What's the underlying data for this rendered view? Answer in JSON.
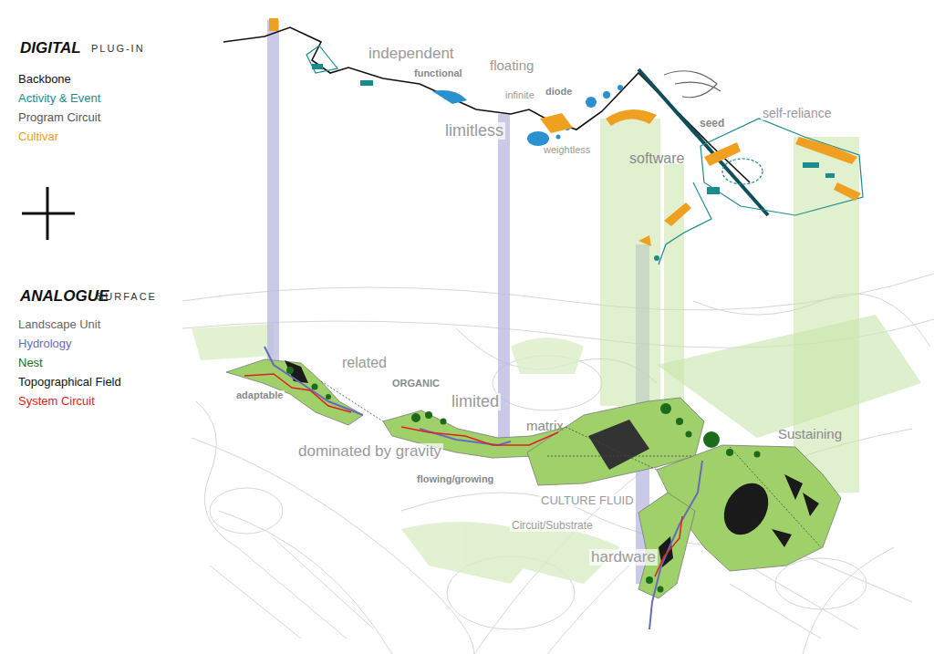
{
  "diagram": {
    "labels": [
      "DIGITAL",
      "PLUG-IN",
      "ANALOGUE",
      "SURFACE",
      "independent",
      "functional",
      "floating",
      "infinite",
      "limitless",
      "diode",
      "weightless",
      "software",
      "seed",
      "self-reliance",
      "related",
      "ORGANIC",
      "adaptable",
      "limited",
      "matrix",
      "dominated by gravity",
      "flowing/growing",
      "Sustaining",
      "CULTURE FLUID",
      "Circuit/Substrate",
      "hardware"
    ],
    "legend": [
      {
        "text": "Backbone",
        "color": "#111111"
      },
      {
        "text": "Activity & Event",
        "color": "#1a8c8c"
      },
      {
        "text": "Program Circuit",
        "color": "#555555"
      },
      {
        "text": "Cultivar",
        "color": "#f0a020"
      },
      {
        "text": "Landscape Unit",
        "color": "#666666"
      },
      {
        "text": "Hydrology",
        "color": "#6a6ab8"
      },
      {
        "text": "Nest",
        "color": "#1b6b1b"
      },
      {
        "text": "Topographical Field",
        "color": "#111111"
      },
      {
        "text": "System Circuit",
        "color": "#e02020"
      }
    ]
  }
}
